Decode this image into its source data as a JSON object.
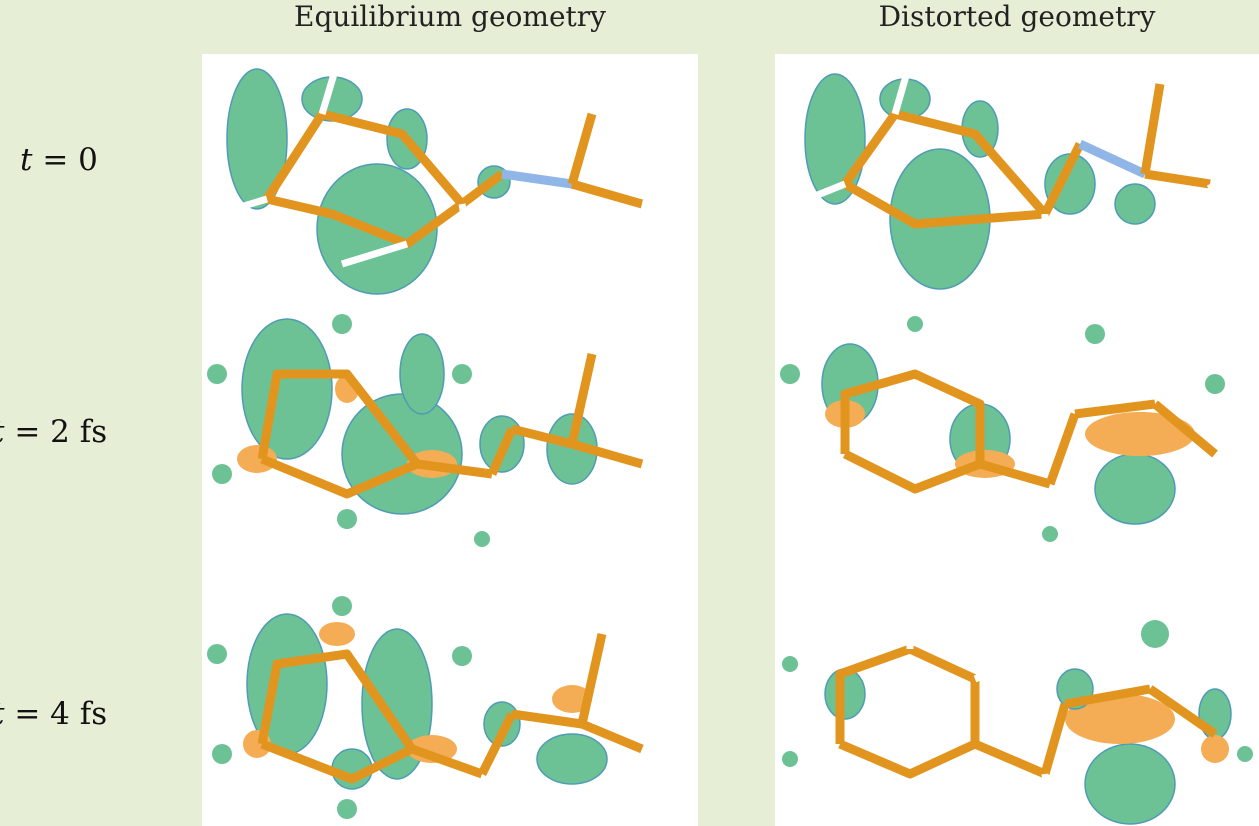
{
  "columns": {
    "left": "Equilibrium geometry",
    "right": "Distorted geometry"
  },
  "rows": [
    {
      "var": "t",
      "rest": " = 0"
    },
    {
      "var": "t",
      "rest": " = 2 fs"
    },
    {
      "var": "t",
      "rest": " = 4 fs"
    }
  ],
  "colors": {
    "background": "#e6efd6",
    "panel": "#ffffff",
    "lobe_green": "#6cc295",
    "lobe_orange": "#f5ad55",
    "bond_orange": "#e1951f",
    "nitrogen_blue": "#8fb6e6",
    "hydrogen": "#ffffff"
  }
}
